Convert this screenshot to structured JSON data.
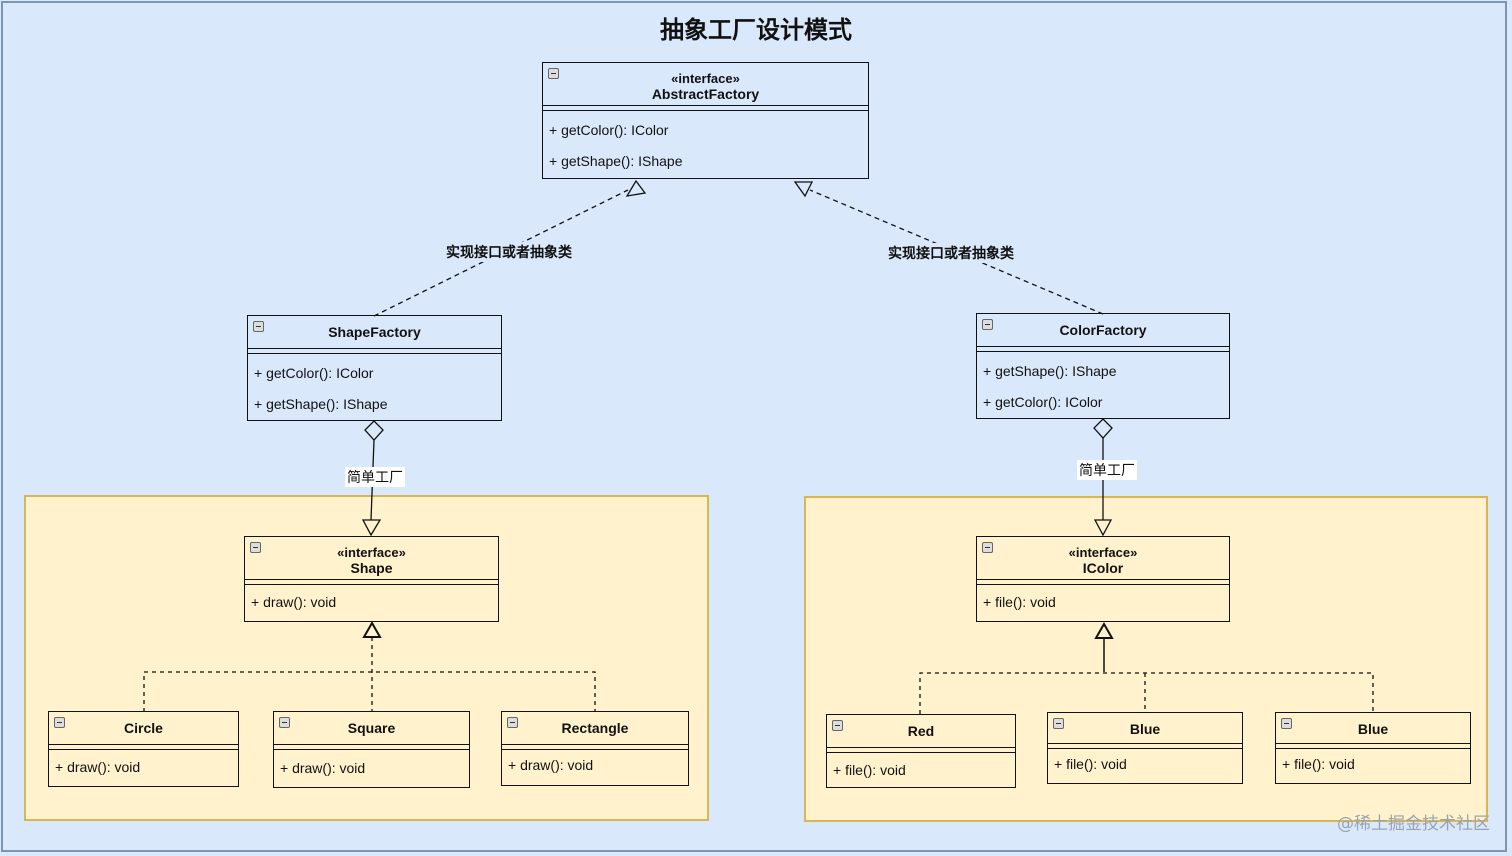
{
  "title": "抽象工厂设计模式",
  "classes": {
    "abstract_factory": {
      "stereotype": "«interface»",
      "name": "AbstractFactory",
      "methods": [
        "+ getColor(): IColor",
        "+ getShape(): IShape"
      ]
    },
    "shape_factory": {
      "name": "ShapeFactory",
      "methods": [
        "+ getColor(): IColor",
        "+ getShape(): IShape"
      ]
    },
    "color_factory": {
      "name": "ColorFactory",
      "methods": [
        "+ getShape(): IShape",
        "+ getColor(): IColor"
      ]
    },
    "shape": {
      "stereotype": "«interface»",
      "name": "Shape",
      "methods": [
        "+ draw(): void"
      ]
    },
    "icolor": {
      "stereotype": "«interface»",
      "name": "IColor",
      "methods": [
        "+ file(): void"
      ]
    },
    "circle": {
      "name": "Circle",
      "methods": [
        "+ draw(): void"
      ]
    },
    "square": {
      "name": "Square",
      "methods": [
        "+ draw(): void"
      ]
    },
    "rectangle": {
      "name": "Rectangle",
      "methods": [
        "+ draw(): void"
      ]
    },
    "red": {
      "name": "Red",
      "methods": [
        "+ file(): void"
      ]
    },
    "blue1": {
      "name": "Blue",
      "methods": [
        "+ file(): void"
      ]
    },
    "blue2": {
      "name": "Blue",
      "methods": [
        "+ file(): void"
      ]
    }
  },
  "edges": {
    "implements_left": "实现接口或者抽象类",
    "implements_right": "实现接口或者抽象类",
    "simple_factory_left": "简单工厂",
    "simple_factory_right": "简单工厂"
  },
  "watermark": "@稀土掘金技术社区",
  "colors": {
    "background": "#dae8fc",
    "container_fill": "#fff2cc",
    "container_border": "#d6b656"
  }
}
